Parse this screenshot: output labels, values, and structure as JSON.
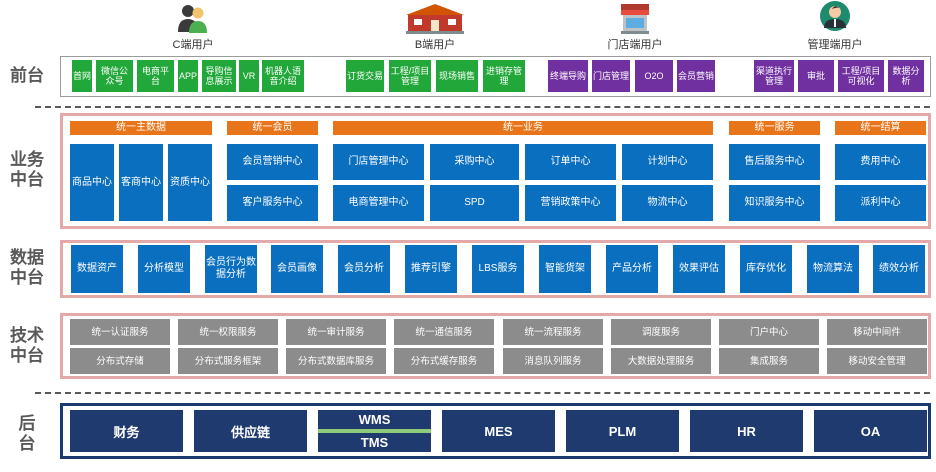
{
  "users": [
    {
      "label": "C端用户",
      "icon": "people-icon"
    },
    {
      "label": "B端用户",
      "icon": "store-building-icon"
    },
    {
      "label": "门店端用户",
      "icon": "shop-icon"
    },
    {
      "label": "管理端用户",
      "icon": "manager-icon"
    }
  ],
  "layers": {
    "front": "前台",
    "business": "业务中台",
    "data": "数据中台",
    "tech": "技术中台",
    "back": "后台"
  },
  "front": {
    "green": [
      "首网",
      "微信公众号",
      "电商平台",
      "APP",
      "导购信息展示",
      "VR",
      "机器人语音介绍",
      "订货交易",
      "工程/项目管理",
      "现场销售",
      "进销存管理"
    ],
    "purple": [
      "终端导购",
      "门店管理",
      "O2O",
      "会员营销",
      "渠道执行管理",
      "审批",
      "工程/项目可视化",
      "数据分析"
    ]
  },
  "business": {
    "headers": [
      "统一主数据",
      "统一会员",
      "统一业务",
      "统一服务",
      "统一结算"
    ],
    "master": [
      "商品中心",
      "客商中心",
      "资质中心"
    ],
    "member": [
      "会员营销中心",
      "客户服务中心"
    ],
    "biz": [
      "门店管理中心",
      "采购中心",
      "订单中心",
      "计划中心",
      "电商管理中心",
      "SPD",
      "营销政策中心",
      "物流中心"
    ],
    "service": [
      "售后服务中心",
      "知识服务中心"
    ],
    "settle": [
      "费用中心",
      "派利中心"
    ]
  },
  "data": [
    "数据资产",
    "分析模型",
    "会员行为数据分析",
    "会员画像",
    "会员分析",
    "推荐引擎",
    "LBS服务",
    "智能货架",
    "产品分析",
    "效果评估",
    "库存优化",
    "物流算法",
    "绩效分析"
  ],
  "tech": {
    "row1": [
      "统一认证服务",
      "统一权限服务",
      "统一审计服务",
      "统一通信服务",
      "统一流程服务",
      "调度服务",
      "门户中心",
      "移动中间件"
    ],
    "row2": [
      "分布式存储",
      "分布式服务框架",
      "分布式数据库服务",
      "分布式缓存服务",
      "消息队列服务",
      "大数据处理服务",
      "集成服务",
      "移动安全管理"
    ]
  },
  "back": {
    "items": [
      "财务",
      "供应链",
      "MES",
      "PLM",
      "HR",
      "OA"
    ],
    "wms": "WMS",
    "tms": "TMS"
  },
  "colors": {
    "green": "#22a83a",
    "purple": "#7030a0",
    "orange": "#e9751b",
    "blue": "#0b6fc0",
    "gray": "#8c8c8c",
    "navy": "#1f3a6e",
    "border_pink": "#e3a9a9"
  }
}
